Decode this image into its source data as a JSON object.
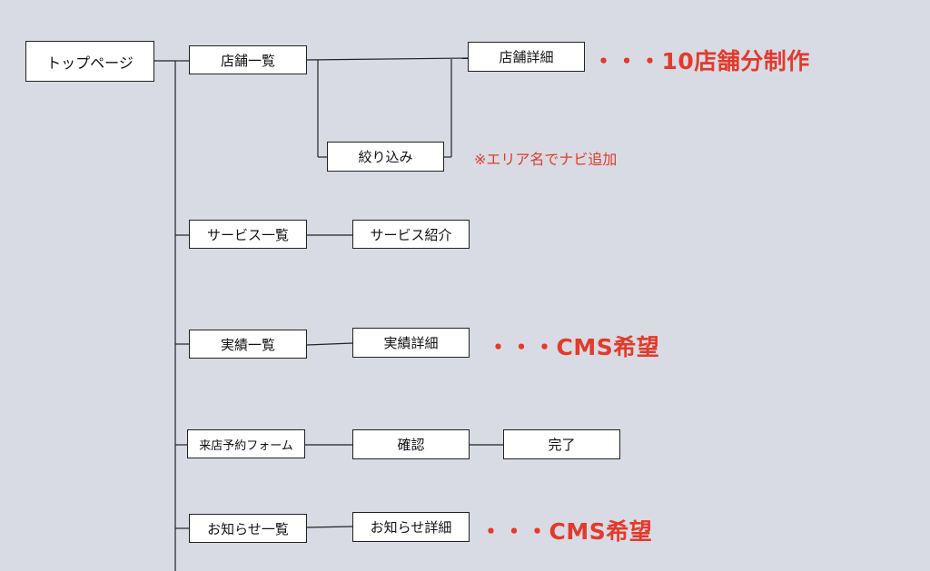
{
  "nodes": {
    "top": "トップページ",
    "store_list": "店舗一覧",
    "store_detail": "店舗詳細",
    "filter": "絞り込み",
    "service_list": "サービス一覧",
    "service_intro": "サービス紹介",
    "works_list": "実績一覧",
    "works_detail": "実績詳細",
    "reserve_form": "来店予約フォーム",
    "confirm": "確認",
    "complete": "完了",
    "news_list": "お知らせ一覧",
    "news_detail": "お知らせ詳細"
  },
  "notes": {
    "store_detail": "・・・10店舗分制作",
    "filter": "※エリア名でナビ追加",
    "works_detail": "・・・CMS希望",
    "news_detail": "・・・CMS希望"
  },
  "colors": {
    "background": "#d8dbe3",
    "note": "#e23a2c",
    "line": "#222222"
  }
}
